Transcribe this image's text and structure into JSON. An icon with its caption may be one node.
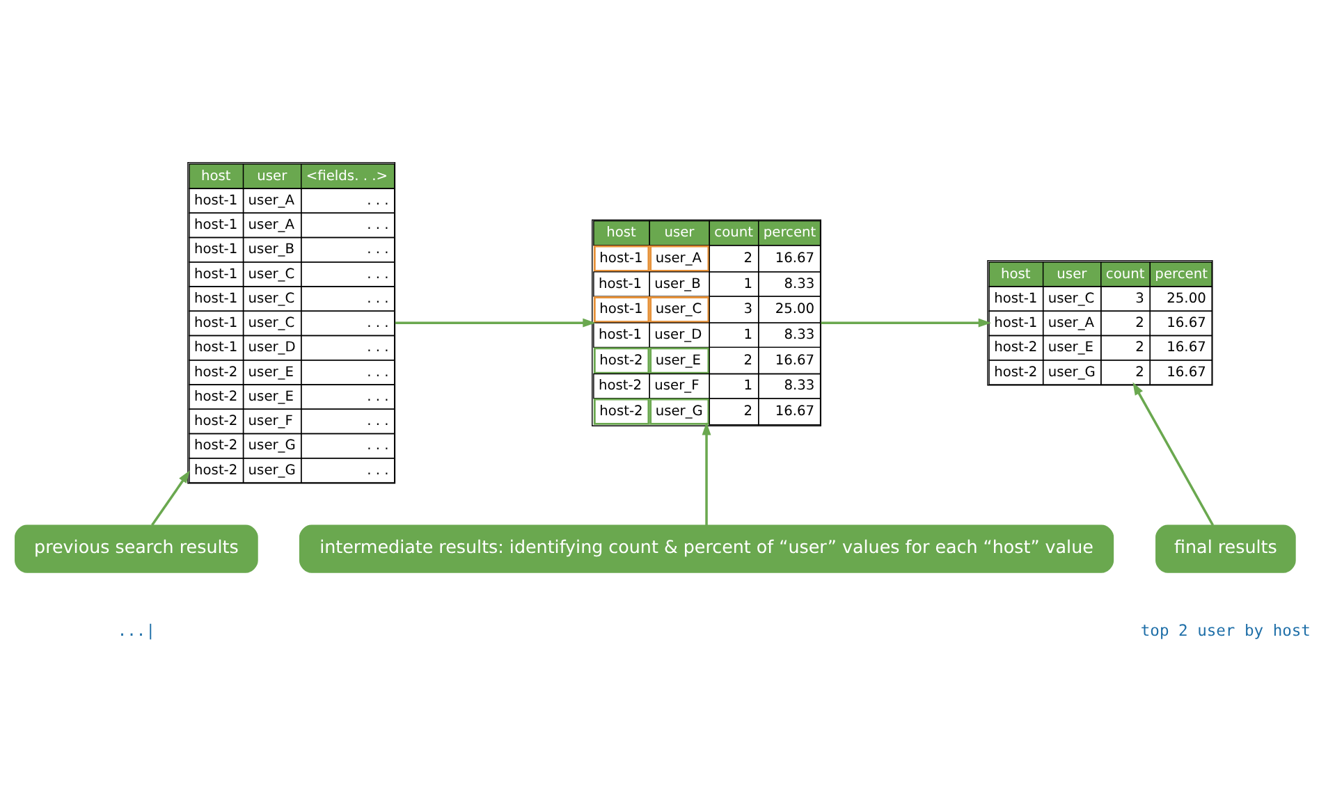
{
  "diagram": {
    "nodes": [
      {
        "text": [
          "host",
          "user",
          "<fields. . .>",
          "host-1",
          "user_A",
          ". . .",
          "host-1",
          "user_A",
          ". . .",
          "host-1",
          "user_B",
          ". . .",
          "host-1",
          "user_C",
          ". . .",
          "host-1",
          "user_C",
          ". . .",
          "host-1",
          "user_C",
          ". . .",
          "host-1",
          "user_D",
          ". . .",
          "host-2",
          "user_E",
          ". . .",
          "host-2",
          "user_E",
          ". . .",
          "host-2",
          "user_F",
          ". . .",
          "host-2",
          "user_G",
          ". . .",
          "host-2",
          "user_G",
          ". . ."
        ]
      },
      {
        "text": [
          "host",
          "user",
          "count",
          "percent",
          "host-1",
          "user_A",
          "2",
          "16.67",
          "host-1",
          "user_B",
          "1",
          "8.33",
          "host-1",
          "user_C",
          "3",
          "25.00",
          "host-1",
          "user_D",
          "1",
          "8.33",
          "host-2",
          "user_E",
          "2",
          "16.67",
          "host-2",
          "user_F",
          "1",
          "8.33",
          "host-2",
          "user_G",
          "2",
          "16.67"
        ]
      },
      {
        "text": [
          "host",
          "user",
          "count",
          "percent",
          "host-1",
          "user_C",
          "3",
          "25.00",
          "host-1",
          "user_A",
          "2",
          "16.67",
          "host-2",
          "user_E",
          "2",
          "16.67",
          "host-2",
          "user_G",
          "2",
          "16.67"
        ]
      },
      {
        "text": [
          "previous search results"
        ]
      },
      {
        "text": [
          "intermediate results: identifying count & percent of “user” values for each “host” value"
        ]
      },
      {
        "text": [
          "final results"
        ]
      }
    ],
    "edges": [
      {
        "from": 0,
        "to": 1,
        "arrow": "to"
      },
      {
        "from": 1,
        "to": 2,
        "arrow": "to"
      },
      {
        "from": 3,
        "to": 0,
        "arrow": "to"
      },
      {
        "from": 4,
        "to": 1,
        "arrow": "to"
      },
      {
        "from": 5,
        "to": 2,
        "arrow": "to"
      }
    ],
    "labels": [
      "...|",
      "top 2 user by host"
    ]
  }
}
